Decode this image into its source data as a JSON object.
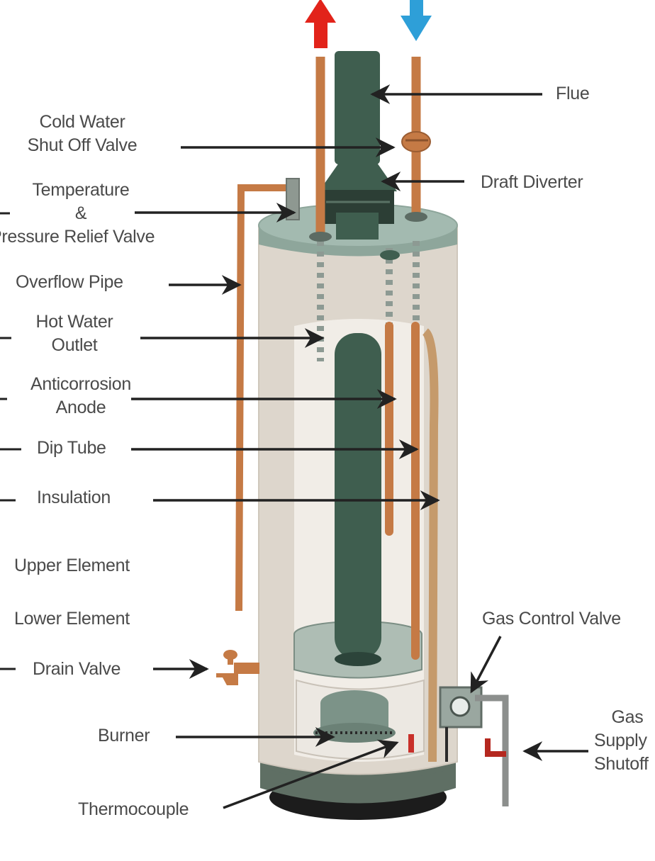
{
  "colors": {
    "hot": "#e2231a",
    "cold": "#2e9fd8",
    "copper": "#c57a45",
    "flue": "#3f5e4f",
    "tank_body": "#ddd6cc",
    "tank_top": "#9cb3a9",
    "base": "#5f6f64",
    "label_text": "#4a4a4a",
    "arrow": "#222222"
  },
  "labels": {
    "flue": "Flue",
    "cold_water_valve": [
      "Cold Water",
      "Shut Off Valve"
    ],
    "draft_diverter": "Draft Diverter",
    "temp_pressure_valve": [
      "Temperature",
      "&",
      "Pressure Relief Valve"
    ],
    "overflow_pipe": "Overflow Pipe",
    "hot_water_outlet": [
      "Hot Water",
      "Outlet"
    ],
    "anticorrosion_anode": [
      "Anticorrosion",
      "Anode"
    ],
    "dip_tube": "Dip Tube",
    "insulation": "Insulation",
    "upper_element": "Upper Element",
    "lower_element": "Lower Element",
    "gas_control_valve": "Gas Control Valve",
    "drain_valve": "Drain Valve",
    "burner": "Burner",
    "gas_supply_shutoff": [
      "Gas",
      "Supply",
      "Shutoff"
    ],
    "thermocouple": "Thermocouple"
  }
}
